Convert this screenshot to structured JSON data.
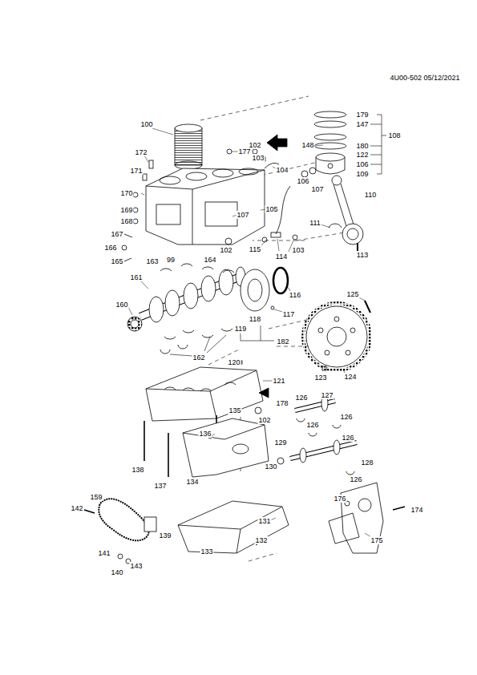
{
  "diagram": {
    "labels": [
      "4U00-502 05/12/2021",
      "179",
      "147",
      "180",
      "148",
      "122",
      "106",
      "109",
      "108",
      "100",
      "177",
      "102",
      "103",
      "104",
      "172",
      "171",
      "170",
      "169",
      "168",
      "167",
      "166",
      "165",
      "107",
      "105",
      "106",
      "107",
      "110",
      "111",
      "113",
      "115",
      "114",
      "103",
      "102",
      "163",
      "99",
      "164",
      "161",
      "160",
      "118",
      "117",
      "116",
      "119",
      "182",
      "125",
      "162",
      "120",
      "124",
      "123",
      "121",
      "178",
      "102",
      "126",
      "127",
      "126",
      "126",
      "126",
      "128",
      "126",
      "135",
      "136",
      "129",
      "130",
      "134",
      "138",
      "137",
      "131",
      "132",
      "133",
      "142",
      "159",
      "139",
      "141",
      "143",
      "140",
      "176",
      "174",
      "175"
    ]
  }
}
